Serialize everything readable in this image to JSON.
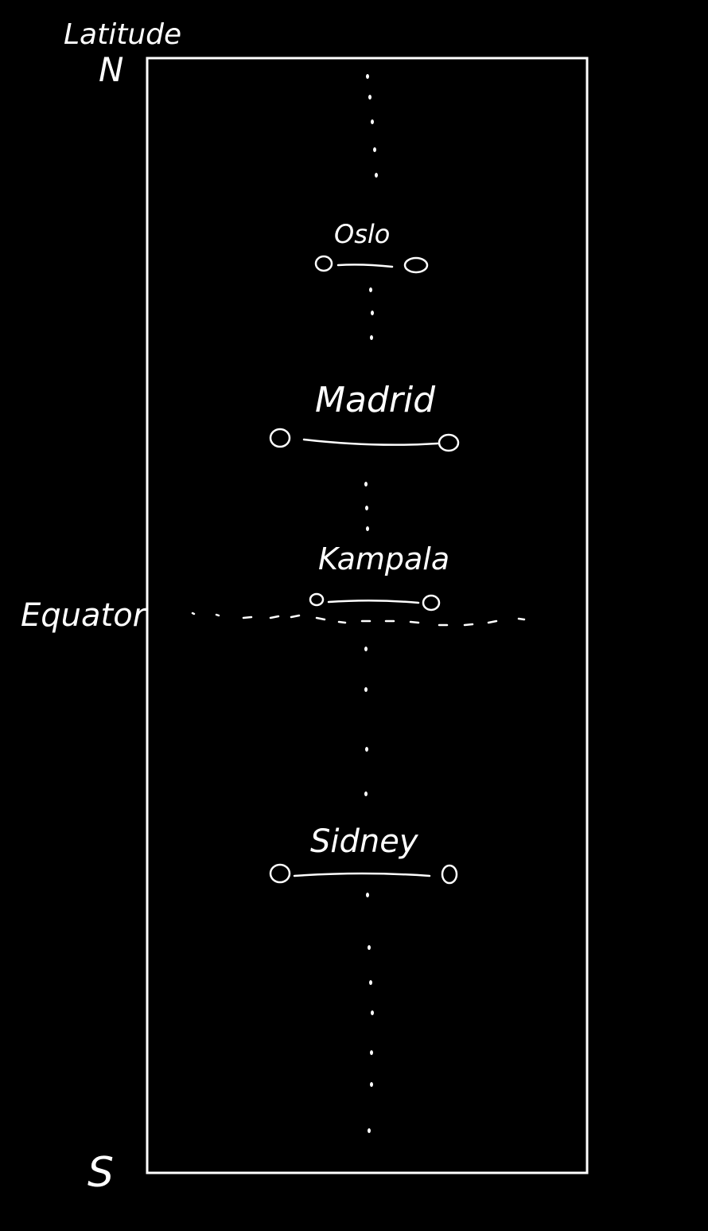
{
  "axis": {
    "title": "Latitude",
    "north_label": "N",
    "south_label": "S"
  },
  "equator": {
    "label": "Equator"
  },
  "cities": [
    {
      "name": "Oslo"
    },
    {
      "name": "Madrid"
    },
    {
      "name": "Kampala"
    },
    {
      "name": "Sidney"
    }
  ],
  "colors": {
    "background": "#000000",
    "stroke": "#ffffff"
  }
}
